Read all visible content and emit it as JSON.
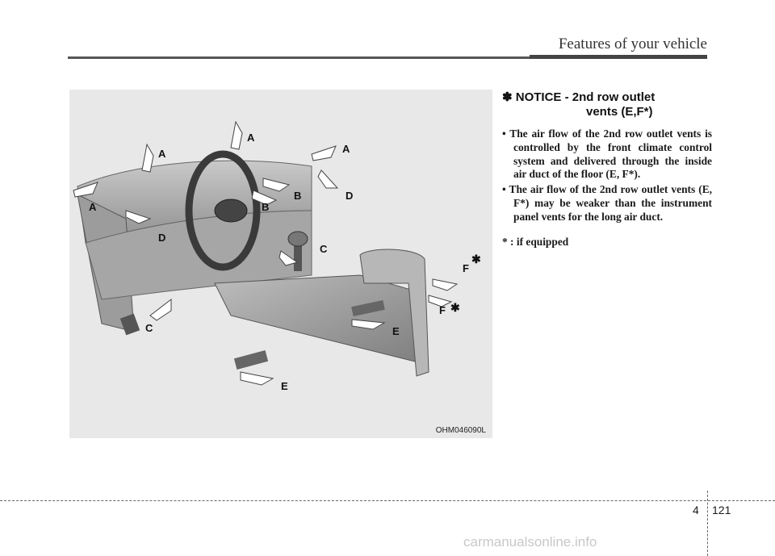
{
  "header": {
    "section_title": "Features of your vehicle"
  },
  "figure": {
    "code": "OHM046090L",
    "labels": {
      "a": "A",
      "b": "B",
      "c": "C",
      "d": "D",
      "e": "E",
      "f": "F",
      "star": "✱"
    }
  },
  "notice": {
    "title_prefix": "✽ NOTICE - ",
    "title_line1": "2nd row outlet",
    "title_line2": "vents (E,F*)",
    "bullets": [
      "• The air flow of the 2nd row outlet vents is controlled by the front climate control system and delivered through the inside air duct of the floor (E, F*).",
      "• The air flow of the 2nd row outlet vents (E, F*) may be weaker than the instrument panel vents for the long air duct."
    ],
    "footnote": "* : if equipped"
  },
  "footer": {
    "chapter": "4",
    "page": "121"
  },
  "watermark": "carmanualsonline.info",
  "colors": {
    "figure_bg": "#e8e8e8",
    "arrow_fill": "#ffffff",
    "interior": "#a9a9a9"
  }
}
